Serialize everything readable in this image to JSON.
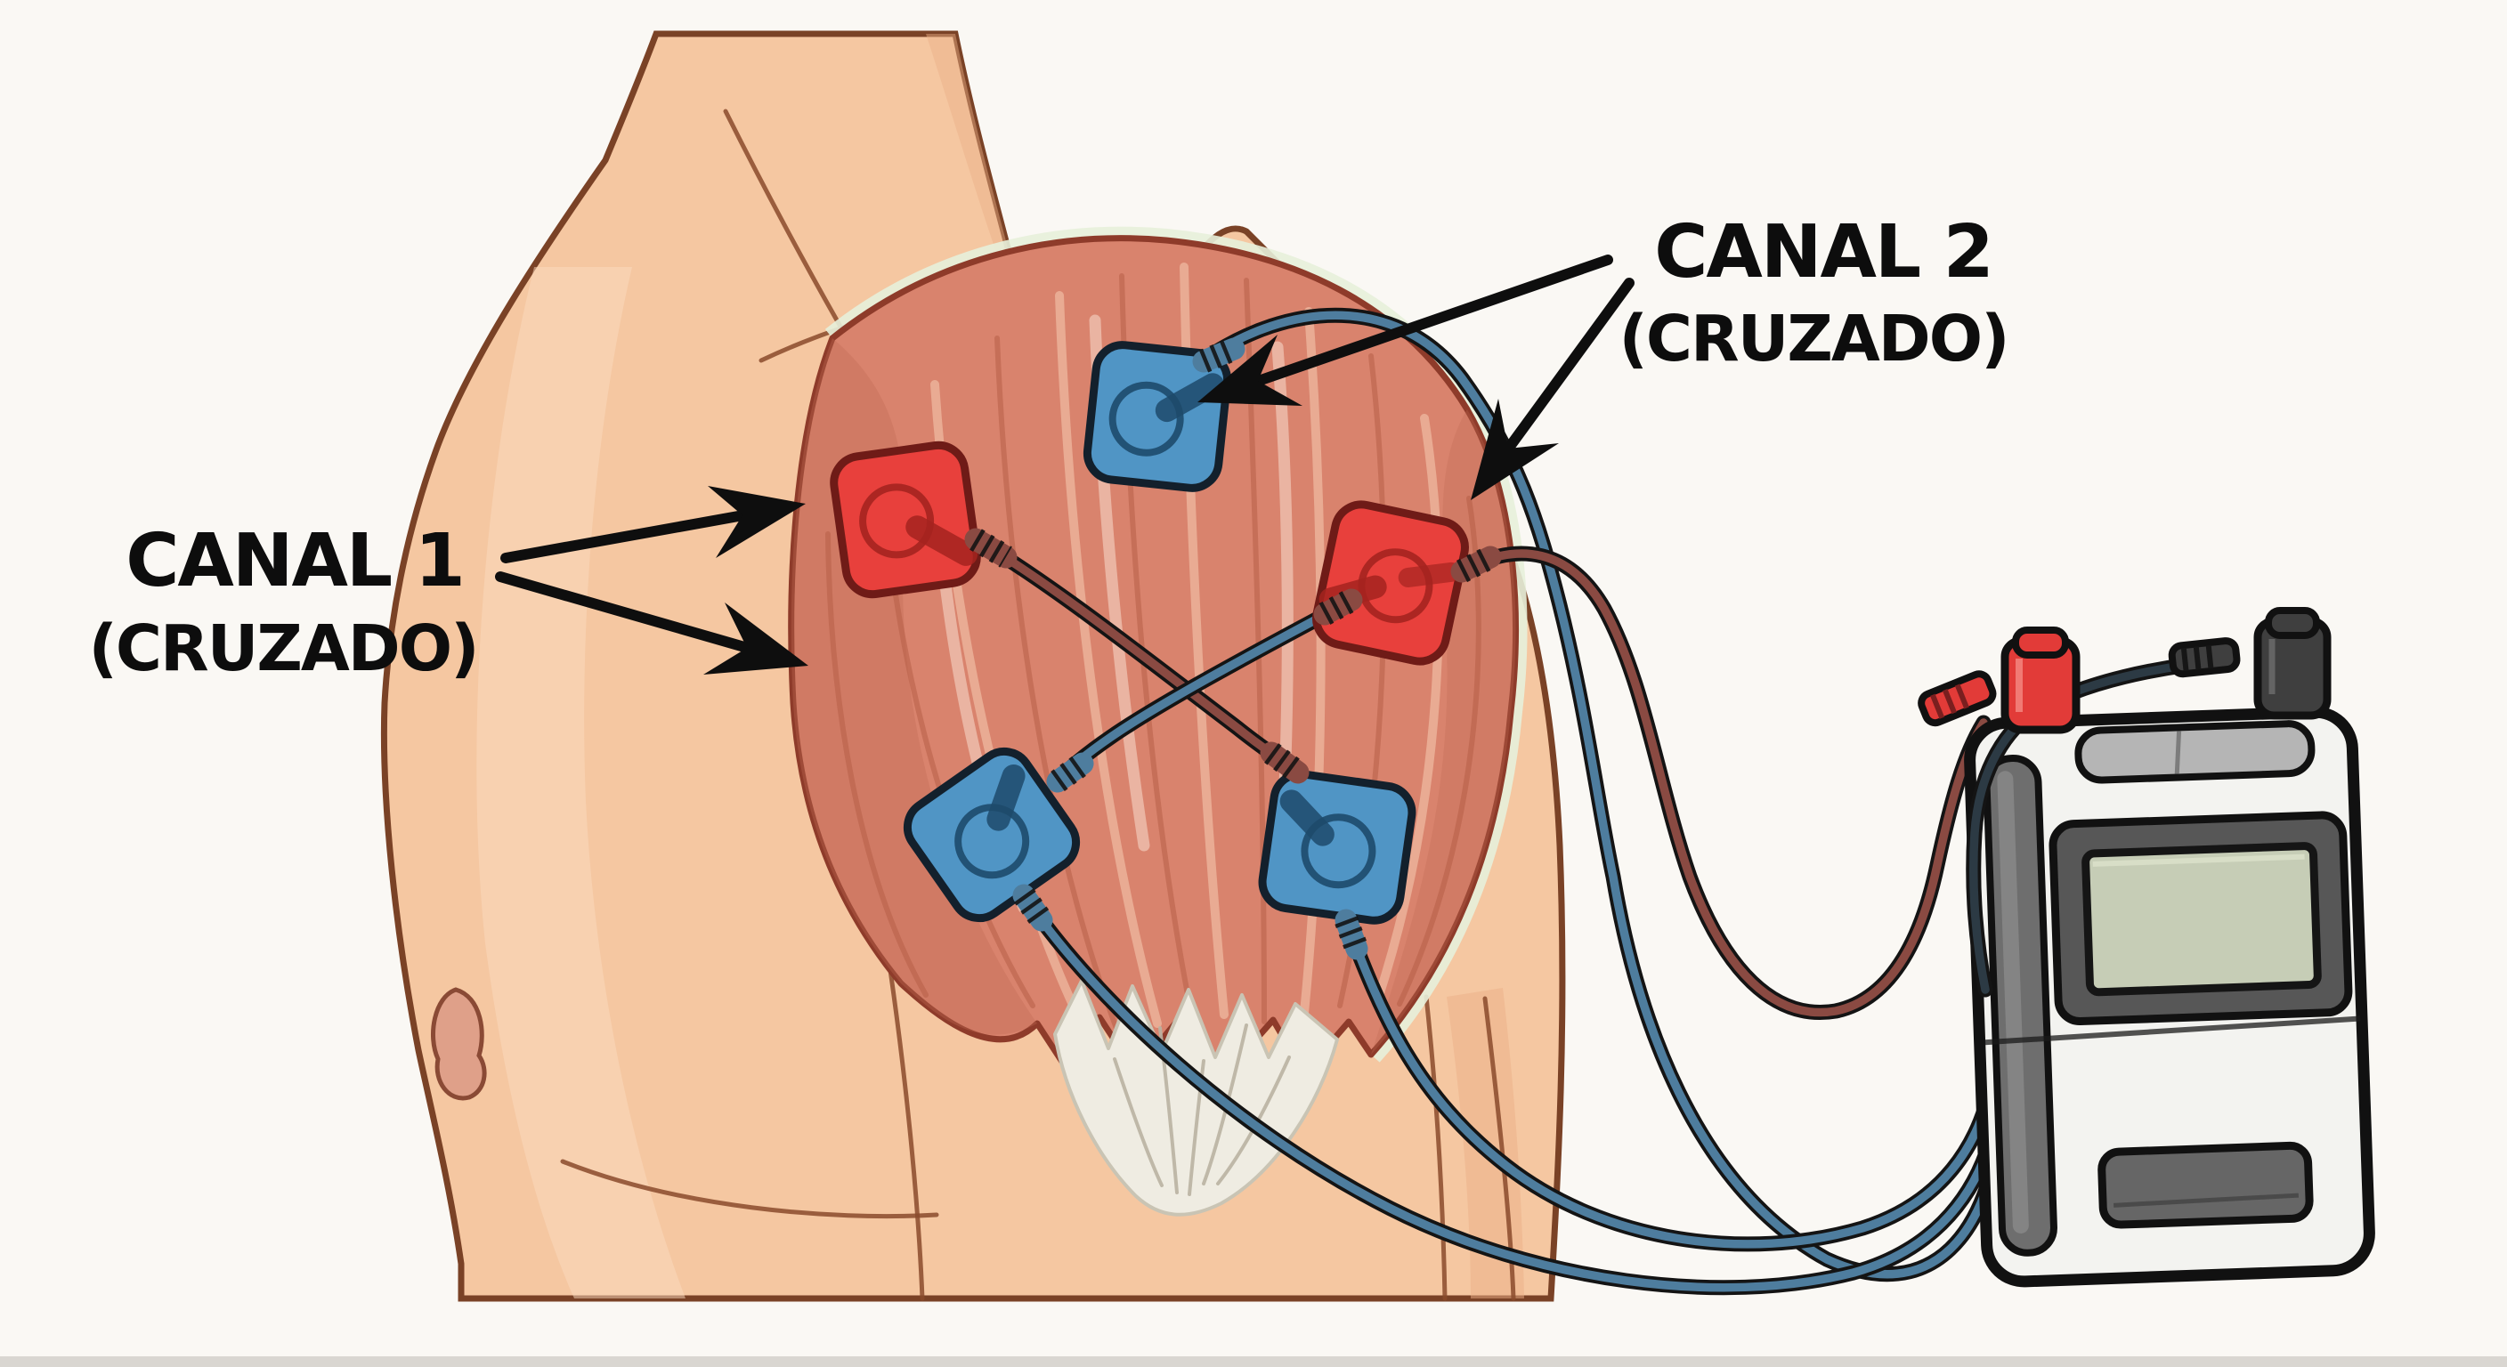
{
  "labels": {
    "channel1_title": "CANAL 1",
    "channel1_subtitle": "(CRUZADO)",
    "channel2_title": "CANAL 2",
    "channel2_subtitle": "(CRUZADO)"
  },
  "colors": {
    "background": "#faf8f4",
    "bottom_strip": "#d9d6d1",
    "skin": "#f5c7a1",
    "skin_highlight": "#fbdcc0",
    "skin_shade": "#ecb088",
    "skin_outline": "#854a2b",
    "nipple": "#dfa089",
    "muscle": "#d9836d",
    "muscle_outline": "#8e3b2a",
    "muscle_glow": "#e7efda",
    "tendon": "#efece2",
    "electrode_red": "#e8403c",
    "electrode_red_outline": "#6f1b17",
    "electrode_blue": "#5095c5",
    "electrode_blue_outline": "#13202c",
    "wire_red": "#8a4a42",
    "wire_blue": "#4e7d9e",
    "cable_black": "#2c3a44",
    "device_body": "#f3f3f0",
    "device_side": "#6e6e6e",
    "device_top_bar": "#b5b5b5",
    "device_bezel": "#575757",
    "device_screen": "#c6cdb6",
    "device_button": "#666666",
    "plug_red": "#e23b38",
    "plug_black": "#3f3f3f",
    "arrow": "#0e0e0e",
    "text": "#0d0d0d"
  },
  "electrodes": [
    {
      "id": "upper-left",
      "channel": "1",
      "color": "red",
      "hex": "#e8403c"
    },
    {
      "id": "top-center",
      "channel": "2",
      "color": "blue",
      "hex": "#5095c5"
    },
    {
      "id": "right",
      "channel": "2",
      "color": "red",
      "hex": "#e8403c"
    },
    {
      "id": "lower-left",
      "channel": "1",
      "color": "blue",
      "hex": "#5095c5"
    },
    {
      "id": "lower-right",
      "channel": "1",
      "color": "blue",
      "hex": "#5095c5"
    }
  ],
  "wires": {
    "crossed_pairs": "2",
    "red_lead_hex": "#8a4a42",
    "blue_lead_hex": "#4e7d9e"
  },
  "device": {
    "kind": "electro-stimulator",
    "screen_hex": "#c6cdb6",
    "body_hex": "#f3f3f0",
    "plug_red_hex": "#e23b38",
    "plug_black_hex": "#3f3f3f"
  }
}
